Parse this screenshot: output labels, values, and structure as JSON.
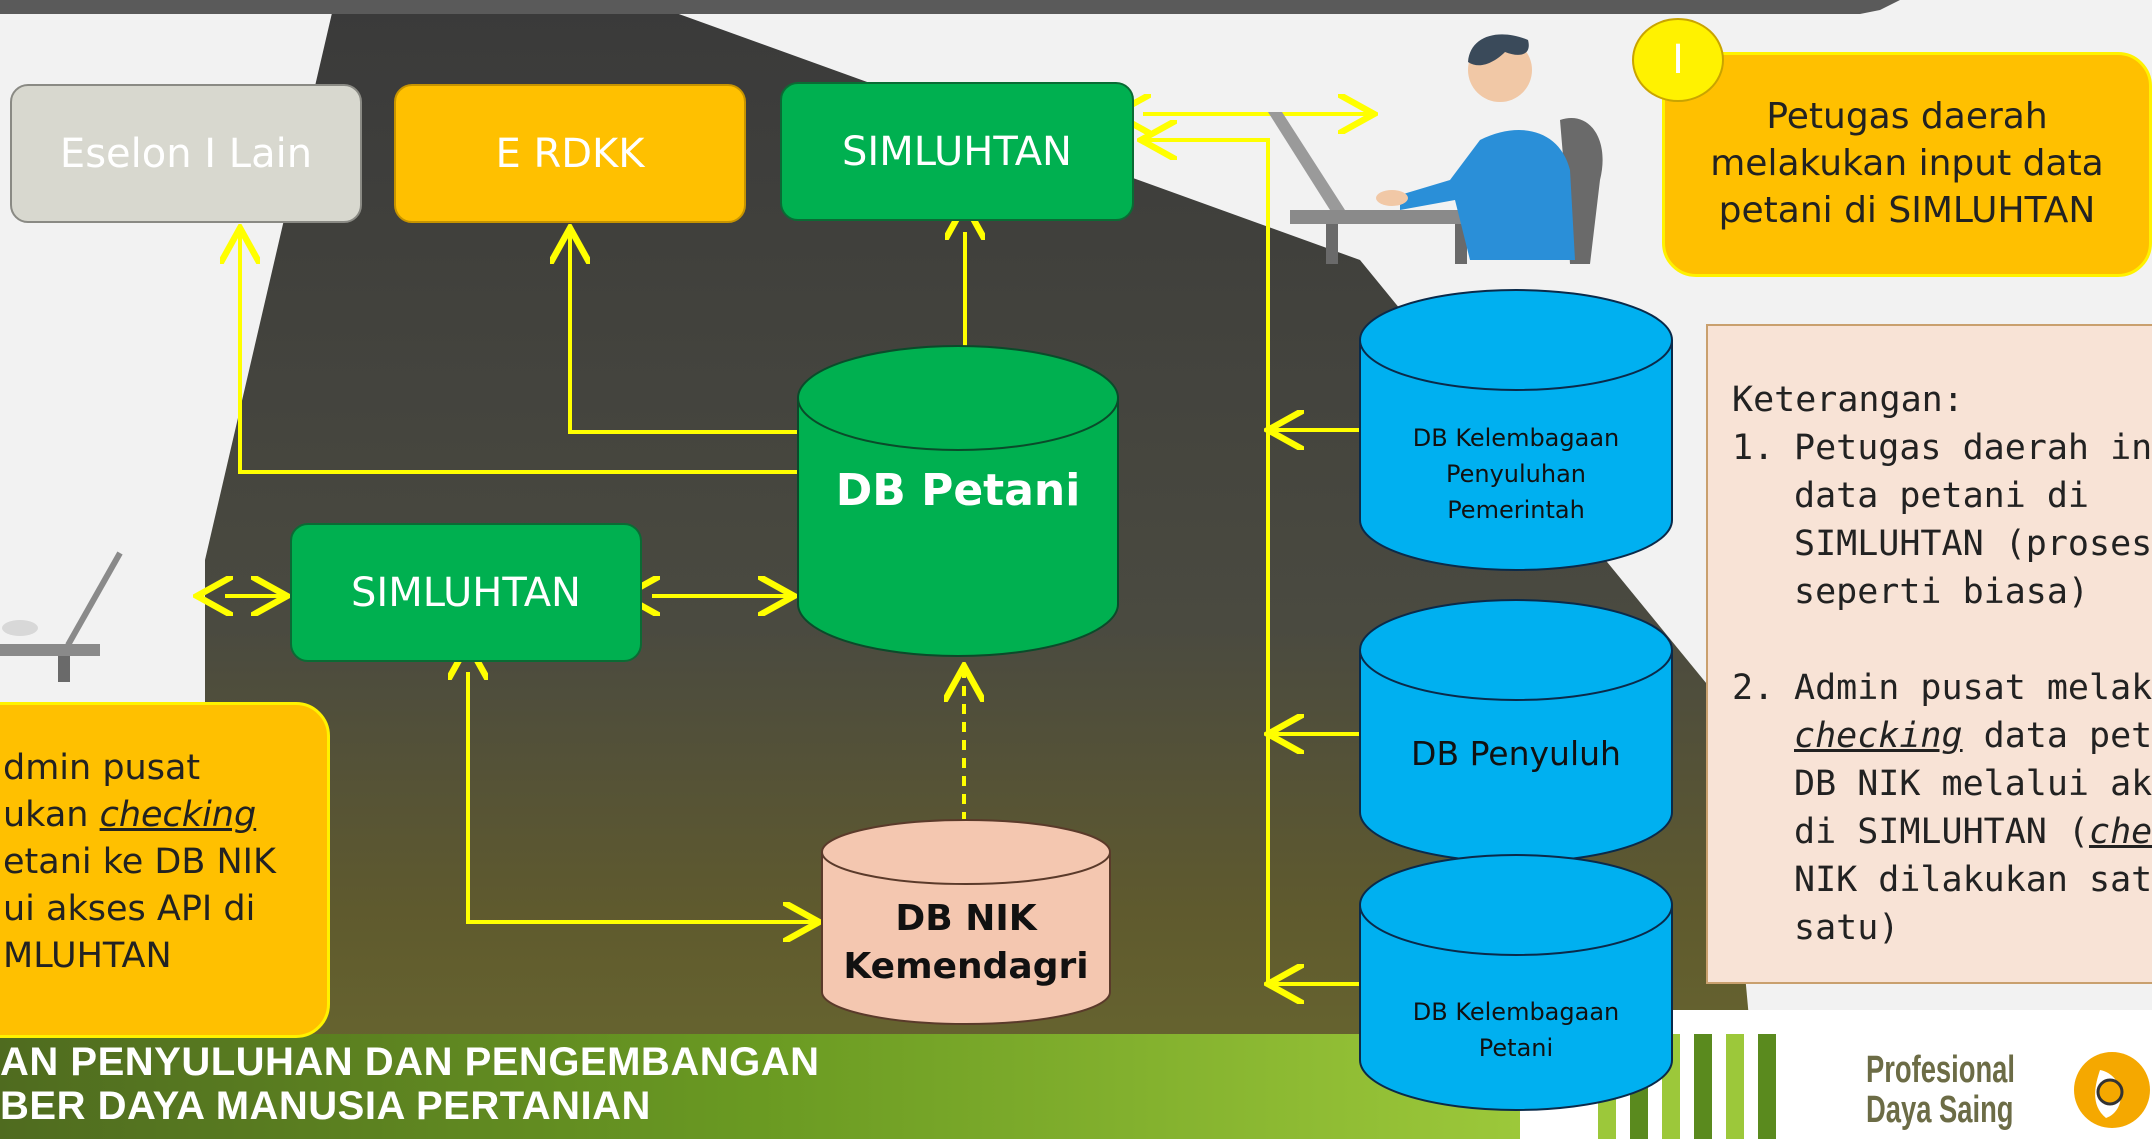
{
  "boxes": {
    "eselon": "Eselon I Lain",
    "erdkk": "E RDKK",
    "simluhtan_top": "SIMLUHTAN",
    "simluhtan_mid": "SIMLUHTAN"
  },
  "databases": {
    "db_petani": "DB Petani",
    "db_nik_line1": "DB NIK",
    "db_nik_line2": "Kemendagri",
    "db_kelembagaan_penyuluhan": [
      "DB Kelembagaan",
      "Penyuluhan",
      "Pemerintah"
    ],
    "db_penyuluh": "DB Penyuluh",
    "db_kelembagaan_petani": [
      "DB Kelembagaan",
      "Petani"
    ]
  },
  "badge": "I",
  "callout_right": [
    "Petugas daerah",
    "melakukan input data",
    "petani di SIMLUHTAN"
  ],
  "callout_left": {
    "line1": "dmin pusat",
    "line2_pre": "ukan ",
    "line2_em": "checking",
    "line3": "etani ke DB NIK",
    "line4": "ui akses API di",
    "line5": "MLUHTAN"
  },
  "legend": {
    "title": "Keterangan:",
    "item1_num": "1.",
    "item1_lines": [
      "Petugas daerah inp",
      "data petani di",
      "SIMLUHTAN (proses",
      "seperti biasa)"
    ],
    "item2_num": "2.",
    "item2_line1": "Admin pusat melak",
    "item2_line2_em": "checking",
    "item2_line2_post": " data peta",
    "item2_line3": "DB NIK melalui aks",
    "item2_line4_pre": "di SIMLUHTAN (",
    "item2_line4_em": "che",
    "item2_line5": "NIK dilakukan satu",
    "item2_line6": "satu)"
  },
  "footer": {
    "line1": "AN PENYULUHAN DAN PENGEMBANGAN",
    "line2": "BER DAYA MANUSIA PERTANIAN"
  },
  "motto": [
    "Profesional",
    "Daya Saing"
  ],
  "colors": {
    "green": "#00b050",
    "yellow": "#ffc000",
    "db_blue": "#00b0f0",
    "db_nik": "#f4c7b0",
    "arrow": "#ffff00",
    "gray": "#d8d8cf"
  },
  "icons": [
    "person-at-laptop-icon",
    "laptop-icon",
    "ministry-logo-icon"
  ]
}
